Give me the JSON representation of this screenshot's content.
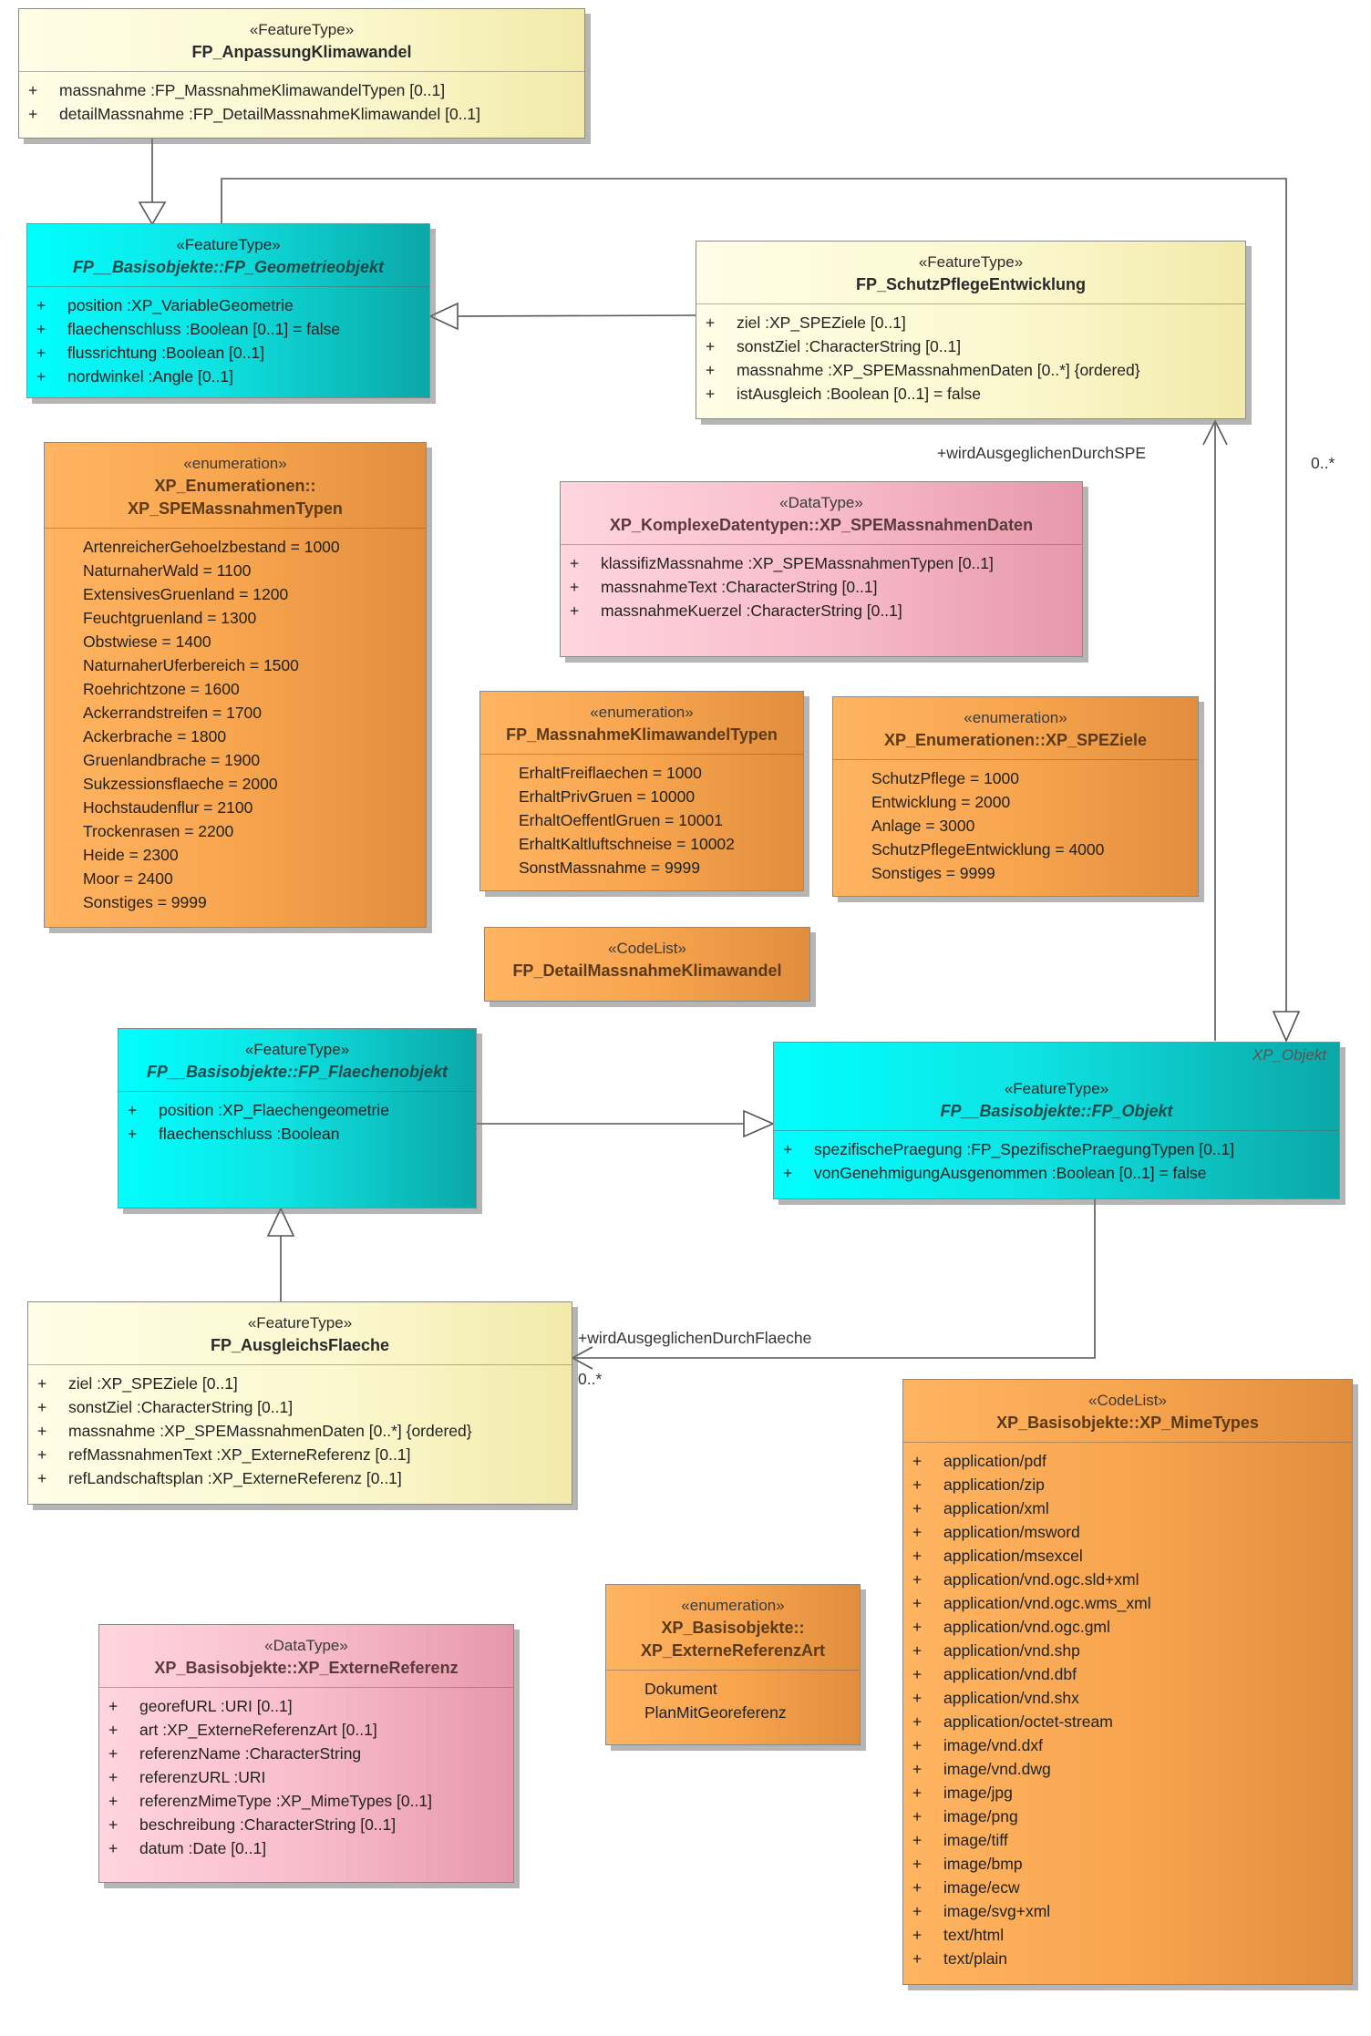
{
  "classes": {
    "anpassung": {
      "stereotype": "«FeatureType»",
      "name": "FP_AnpassungKlimawandel",
      "attrs": [
        {
          "vis": "+",
          "text": "massnahme  :FP_MassnahmeKlimawandelTypen [0..1]"
        },
        {
          "vis": "+",
          "text": "detailMassnahme  :FP_DetailMassnahmeKlimawandel [0..1]"
        }
      ]
    },
    "geometrieobjekt": {
      "stereotype": "«FeatureType»",
      "name": "FP__Basisobjekte::FP_Geometrieobjekt",
      "attrs": [
        {
          "vis": "+",
          "text": "position  :XP_VariableGeometrie"
        },
        {
          "vis": "+",
          "text": "flaechenschluss  :Boolean [0..1] = false"
        },
        {
          "vis": "+",
          "text": "flussrichtung  :Boolean [0..1]"
        },
        {
          "vis": "+",
          "text": "nordwinkel  :Angle [0..1]"
        }
      ]
    },
    "schutzpflege": {
      "stereotype": "«FeatureType»",
      "name": "FP_SchutzPflegeEntwicklung",
      "attrs": [
        {
          "vis": "+",
          "text": "ziel  :XP_SPEZiele [0..1]"
        },
        {
          "vis": "+",
          "text": "sonstZiel  :CharacterString [0..1]"
        },
        {
          "vis": "+",
          "text": "massnahme  :XP_SPEMassnahmenDaten [0..*] {ordered}"
        },
        {
          "vis": "+",
          "text": "istAusgleich  :Boolean [0..1] = false"
        }
      ]
    },
    "spemassnahmentypen": {
      "stereotype": "«enumeration»",
      "name_line1": "XP_Enumerationen::",
      "name_line2": "XP_SPEMassnahmenTypen",
      "values": [
        "ArtenreicherGehoelzbestand = 1000",
        "NaturnaherWald = 1100",
        "ExtensivesGruenland = 1200",
        "Feuchtgruenland = 1300",
        "Obstwiese = 1400",
        "NaturnaherUferbereich = 1500",
        "Roehrichtzone = 1600",
        "Ackerrandstreifen = 1700",
        "Ackerbrache = 1800",
        "Gruenlandbrache = 1900",
        "Sukzessionsflaeche = 2000",
        "Hochstaudenflur = 2100",
        "Trockenrasen = 2200",
        "Heide = 2300",
        "Moor = 2400",
        "Sonstiges = 9999"
      ]
    },
    "spemassnahmendaten": {
      "stereotype": "«DataType»",
      "name": "XP_KomplexeDatentypen::XP_SPEMassnahmenDaten",
      "attrs": [
        {
          "vis": "+",
          "text": "klassifizMassnahme  :XP_SPEMassnahmenTypen [0..1]"
        },
        {
          "vis": "+",
          "text": "massnahmeText  :CharacterString [0..1]"
        },
        {
          "vis": "+",
          "text": "massnahmeKuerzel  :CharacterString [0..1]"
        }
      ]
    },
    "massnahmeklimatypen": {
      "stereotype": "«enumeration»",
      "name": "FP_MassnahmeKlimawandelTypen",
      "values": [
        "ErhaltFreiflaechen = 1000",
        "ErhaltPrivGruen = 10000",
        "ErhaltOeffentlGruen = 10001",
        "ErhaltKaltluftschneise = 10002",
        "SonstMassnahme = 9999"
      ]
    },
    "spezziele": {
      "stereotype": "«enumeration»",
      "name": "XP_Enumerationen::XP_SPEZiele",
      "values": [
        "SchutzPflege = 1000",
        "Entwicklung = 2000",
        "Anlage = 3000",
        "SchutzPflegeEntwicklung = 4000",
        "Sonstiges = 9999"
      ]
    },
    "detailmassnahme": {
      "stereotype": "«CodeList»",
      "name": "FP_DetailMassnahmeKlimawandel"
    },
    "flaechenobjekt": {
      "stereotype": "«FeatureType»",
      "name": "FP__Basisobjekte::FP_Flaechenobjekt",
      "attrs": [
        {
          "vis": "+",
          "text": "position  :XP_Flaechengeometrie"
        },
        {
          "vis": "+",
          "text": "flaechenschluss  :Boolean"
        }
      ]
    },
    "objekt": {
      "tag": "XP_Objekt",
      "stereotype": "«FeatureType»",
      "name": "FP__Basisobjekte::FP_Objekt",
      "attrs": [
        {
          "vis": "+",
          "text": "spezifischePraegung  :FP_SpezifischePraegungTypen [0..1]"
        },
        {
          "vis": "+",
          "text": "vonGenehmigungAusgenommen  :Boolean [0..1] = false"
        }
      ]
    },
    "ausgleichsflaeche": {
      "stereotype": "«FeatureType»",
      "name": "FP_AusgleichsFlaeche",
      "attrs": [
        {
          "vis": "+",
          "text": "ziel  :XP_SPEZiele [0..1]"
        },
        {
          "vis": "+",
          "text": "sonstZiel  :CharacterString [0..1]"
        },
        {
          "vis": "+",
          "text": "massnahme  :XP_SPEMassnahmenDaten [0..*] {ordered}"
        },
        {
          "vis": "+",
          "text": "refMassnahmenText  :XP_ExterneReferenz [0..1]"
        },
        {
          "vis": "+",
          "text": "refLandschaftsplan  :XP_ExterneReferenz [0..1]"
        }
      ]
    },
    "externereferenzart": {
      "stereotype": "«enumeration»",
      "name_line1": "XP_Basisobjekte::",
      "name_line2": "XP_ExterneReferenzArt",
      "values": [
        "Dokument",
        "PlanMitGeoreferenz"
      ]
    },
    "externereferenz": {
      "stereotype": "«DataType»",
      "name": "XP_Basisobjekte::XP_ExterneReferenz",
      "attrs": [
        {
          "vis": "+",
          "text": "georefURL  :URI [0..1]"
        },
        {
          "vis": "+",
          "text": "art  :XP_ExterneReferenzArt [0..1]"
        },
        {
          "vis": "+",
          "text": "referenzName  :CharacterString"
        },
        {
          "vis": "+",
          "text": "referenzURL  :URI"
        },
        {
          "vis": "+",
          "text": "referenzMimeType  :XP_MimeTypes [0..1]"
        },
        {
          "vis": "+",
          "text": "beschreibung  :CharacterString [0..1]"
        },
        {
          "vis": "+",
          "text": "datum  :Date [0..1]"
        }
      ]
    },
    "mimetypes": {
      "stereotype": "«CodeList»",
      "name": "XP_Basisobjekte::XP_MimeTypes",
      "attrs": [
        {
          "vis": "+",
          "text": "application/pdf"
        },
        {
          "vis": "+",
          "text": "application/zip"
        },
        {
          "vis": "+",
          "text": "application/xml"
        },
        {
          "vis": "+",
          "text": "application/msword"
        },
        {
          "vis": "+",
          "text": "application/msexcel"
        },
        {
          "vis": "+",
          "text": "application/vnd.ogc.sld+xml"
        },
        {
          "vis": "+",
          "text": "application/vnd.ogc.wms_xml"
        },
        {
          "vis": "+",
          "text": "application/vnd.ogc.gml"
        },
        {
          "vis": "+",
          "text": "application/vnd.shp"
        },
        {
          "vis": "+",
          "text": "application/vnd.dbf"
        },
        {
          "vis": "+",
          "text": "application/vnd.shx"
        },
        {
          "vis": "+",
          "text": "application/octet-stream"
        },
        {
          "vis": "+",
          "text": "image/vnd.dxf"
        },
        {
          "vis": "+",
          "text": "image/vnd.dwg"
        },
        {
          "vis": "+",
          "text": "image/jpg"
        },
        {
          "vis": "+",
          "text": "image/png"
        },
        {
          "vis": "+",
          "text": "image/tiff"
        },
        {
          "vis": "+",
          "text": "image/bmp"
        },
        {
          "vis": "+",
          "text": "image/ecw"
        },
        {
          "vis": "+",
          "text": "image/svg+xml"
        },
        {
          "vis": "+",
          "text": "text/html"
        },
        {
          "vis": "+",
          "text": "text/plain"
        }
      ]
    }
  },
  "associations": {
    "spe_role": "+wirdAusgeglichenDurchSPE",
    "spe_multiplicity": "0..*",
    "flaeche_role": "+wirdAusgeglichenDurchFlaeche",
    "flaeche_multiplicity": "0..*"
  }
}
